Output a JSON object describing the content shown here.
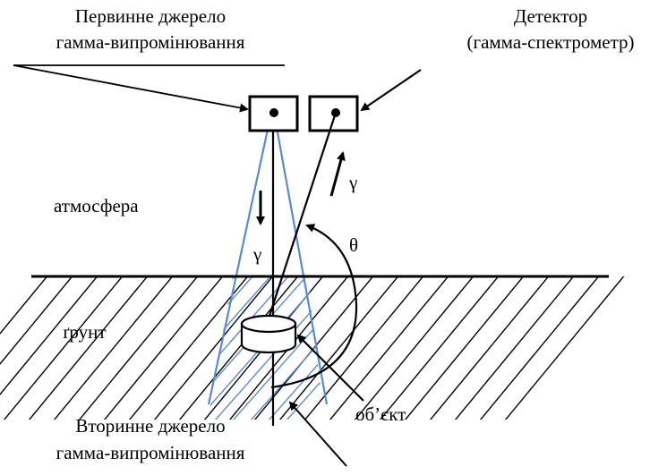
{
  "labels": {
    "primary_source_line1": "Первинне джерело",
    "primary_source_line2": "гамма-випромінювання",
    "detector_line1": "Детектор",
    "detector_line2": "(гамма-спектрометр)",
    "atmosphere": "атмосфера",
    "soil": "ґрунт",
    "object": "об’єкт",
    "secondary_source_line1": "Вторинне джерело",
    "secondary_source_line2": "гамма-випромінювання",
    "gamma_down": "γ",
    "gamma_up": "γ",
    "theta": "θ"
  },
  "colors": {
    "ink": "#000000",
    "beam": "#5b8bc7"
  }
}
